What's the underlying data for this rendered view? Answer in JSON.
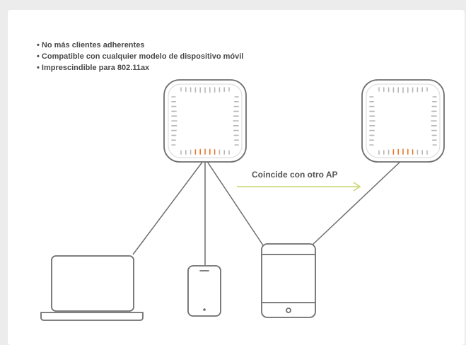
{
  "bullets": [
    "No más clientes adherentes",
    "Compatible con cualquier modelo de dispositivo móvil",
    "Imprescindible para 802.11ax"
  ],
  "arrow_label": "Coincide con otro AP",
  "colors": {
    "background": "#ececec",
    "card": "#ffffff",
    "device_stroke": "#6e6e6e",
    "led_active": "#e8782a",
    "led_idle": "#b8b8b8",
    "arrow": "#c8d46a",
    "text": "#4a4a4a"
  },
  "icons": {
    "access_point_left": "wireless-access-point-icon",
    "access_point_right": "wireless-access-point-icon",
    "laptop": "laptop-icon",
    "phone": "smartphone-icon",
    "tablet": "tablet-icon",
    "roam_arrow": "arrow-right-icon"
  }
}
